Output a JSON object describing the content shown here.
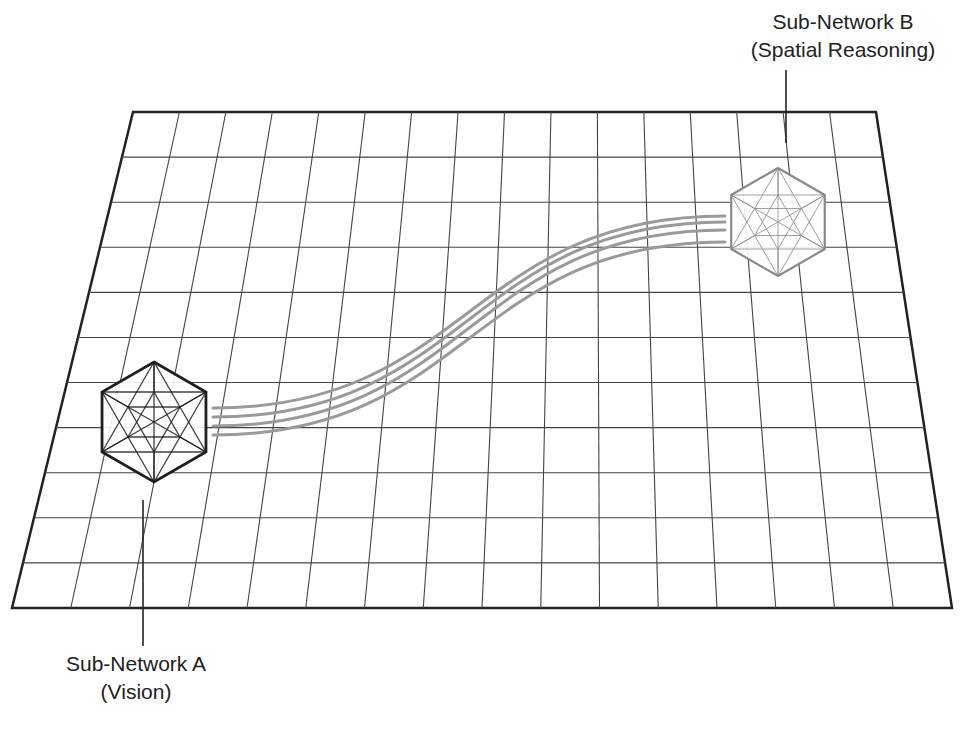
{
  "diagram": {
    "nodes": [
      {
        "text": [
          "Sub-Network A (Vision)"
        ]
      },
      {
        "text": [
          "Sub-Network B (Spatial Reasoning)"
        ]
      }
    ],
    "edges": [
      {
        "from": 0,
        "to": 1,
        "arrow": "none"
      },
      {
        "from": 0,
        "to": 1,
        "arrow": "none"
      },
      {
        "from": 0,
        "to": 1,
        "arrow": "none"
      },
      {
        "from": 0,
        "to": 1,
        "arrow": "none"
      }
    ]
  }
}
